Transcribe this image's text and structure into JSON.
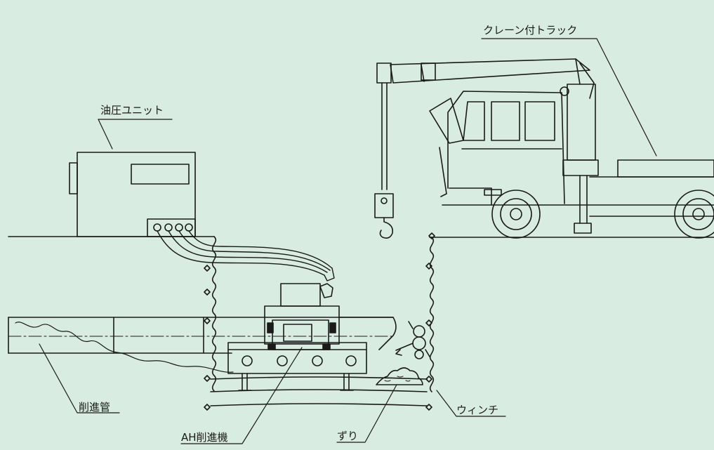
{
  "labels": {
    "hydraulic_unit": "油圧ユニット",
    "crane_truck": "クレーン付トラック",
    "jacking_pipe": "削進管",
    "ah_machine": "AH削進機",
    "muck": "ずり",
    "winch": "ウィンチ"
  },
  "colors": {
    "background": "#d9ece1",
    "line": "#1a1a1a"
  }
}
